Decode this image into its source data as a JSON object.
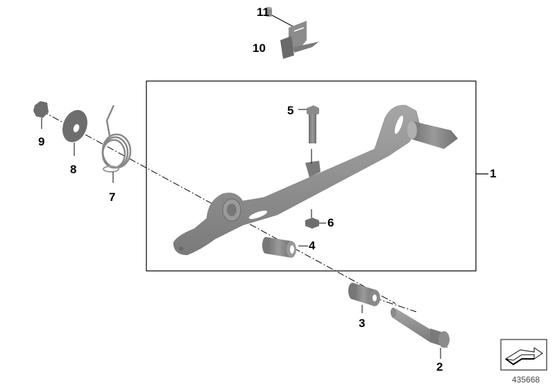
{
  "diagram": {
    "type": "exploded-parts-diagram",
    "subject": "gear shift lever assembly",
    "diagram_number": "435668",
    "colors": {
      "part_fill": "#8a8a8a",
      "part_light": "#a8a8a8",
      "part_dark": "#5e5e5e",
      "line": "#000000",
      "background": "#ffffff"
    },
    "callouts": [
      {
        "num": "1",
        "part": "shift-lever"
      },
      {
        "num": "2",
        "part": "cap-screw"
      },
      {
        "num": "3",
        "part": "spacer-bushing"
      },
      {
        "num": "4",
        "part": "bushing"
      },
      {
        "num": "5",
        "part": "hex-bolt"
      },
      {
        "num": "6",
        "part": "hex-nut"
      },
      {
        "num": "7",
        "part": "torsion-spring"
      },
      {
        "num": "8",
        "part": "washer"
      },
      {
        "num": "9",
        "part": "cap-nut"
      },
      {
        "num": "10",
        "part": "bracket"
      },
      {
        "num": "11",
        "part": "screw"
      }
    ]
  }
}
